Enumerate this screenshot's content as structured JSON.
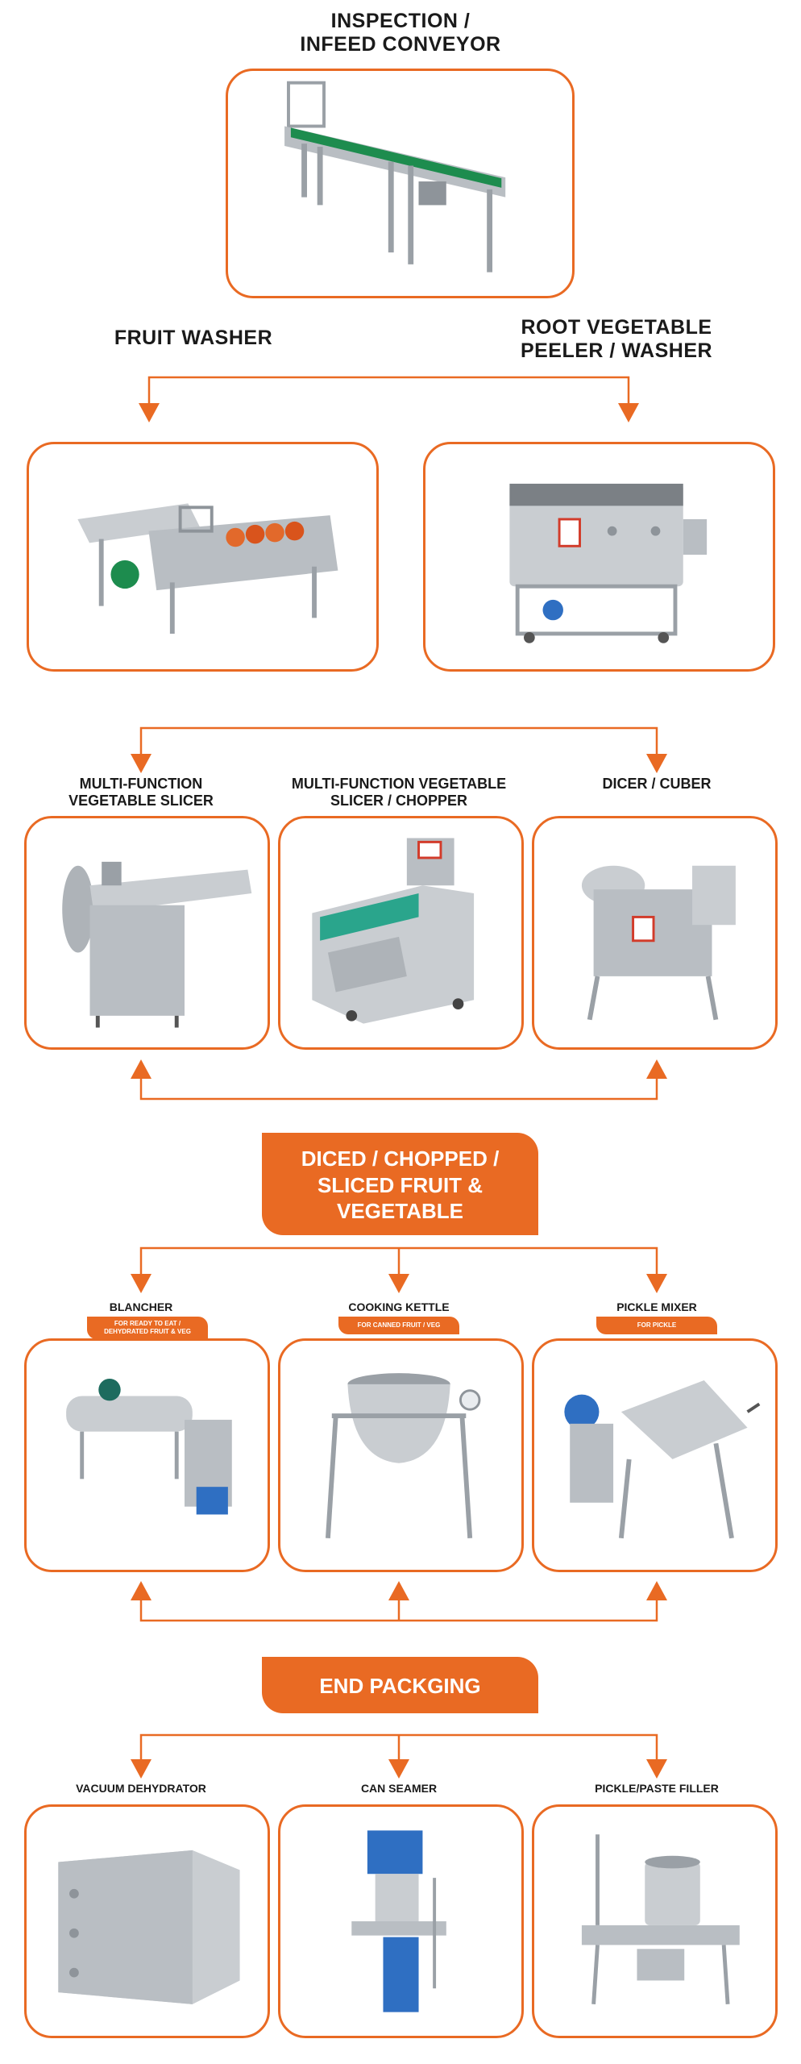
{
  "colors": {
    "accent": "#e96a23",
    "text": "#1a1a1a",
    "metal": "#c9cdd1",
    "belt_green": "#1d8c4e",
    "belt_teal": "#2aa58c"
  },
  "steps": {
    "inspection": {
      "title_line1": "INSPECTION /",
      "title_line2": "INFEED CONVEYOR",
      "icon": "conveyor-machine"
    },
    "fruit_washer": {
      "title": "FRUIT WASHER",
      "icon": "washer-machine"
    },
    "root_peeler": {
      "title_line1": "ROOT VEGETABLE",
      "title_line2": "PEELER / WASHER",
      "icon": "peeler-machine"
    },
    "slicer": {
      "title_line1": "MULTI-FUNCTION",
      "title_line2": "VEGETABLE SLICER",
      "icon": "slicer-machine"
    },
    "chopper": {
      "title_line1": "MULTI-FUNCTION VEGETABLE",
      "title_line2": "SLICER / CHOPPER",
      "icon": "chopper-machine"
    },
    "dicer": {
      "title": "DICER / CUBER",
      "icon": "dicer-machine"
    },
    "stage_diced": {
      "line1": "DICED / CHOPPED /",
      "line2": "SLICED FRUIT &",
      "line3": "VEGETABLE"
    },
    "blancher": {
      "title": "BLANCHER",
      "tag_line1": "FOR READY TO EAT /",
      "tag_line2": "DEHYDRATED FRUIT & VEG",
      "icon": "blancher-machine"
    },
    "kettle": {
      "title": "COOKING KETTLE",
      "tag": "FOR CANNED FRUIT / VEG",
      "icon": "kettle-machine"
    },
    "pickle_mixer": {
      "title": "PICKLE MIXER",
      "tag": "FOR PICKLE",
      "icon": "mixer-machine"
    },
    "stage_end": {
      "label": "END PACKGING"
    },
    "vacuum": {
      "title": "VACUUM DEHYDRATOR",
      "icon": "dehydrator-machine"
    },
    "seamer": {
      "title": "CAN SEAMER",
      "icon": "seamer-machine"
    },
    "filler": {
      "title": "PICKLE/PASTE FILLER",
      "icon": "filler-machine"
    }
  }
}
